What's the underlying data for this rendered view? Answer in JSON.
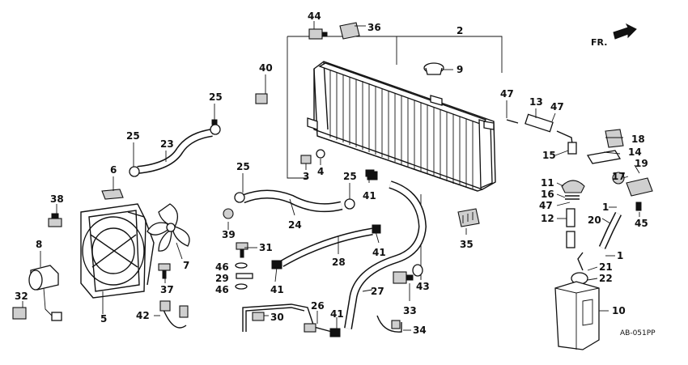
{
  "diagram": {
    "direction_label": "FR.",
    "diagram_code": "AB-051PP",
    "callouts": {
      "p1a": "1",
      "p1b": "1",
      "p2": "2",
      "p3": "3",
      "p4": "4",
      "p5": "5",
      "p6": "6",
      "p7": "7",
      "p8": "8",
      "p9": "9",
      "p10": "10",
      "p11": "11",
      "p12": "12",
      "p13": "13",
      "p14": "14",
      "p15": "15",
      "p16": "16",
      "p17": "17",
      "p18": "18",
      "p19": "19",
      "p20": "20",
      "p21": "21",
      "p22": "22",
      "p23": "23",
      "p24": "24",
      "p25a": "25",
      "p25b": "25",
      "p25c": "25",
      "p25d": "25",
      "p26": "26",
      "p27": "27",
      "p28": "28",
      "p29": "29",
      "p30": "30",
      "p31": "31",
      "p32": "32",
      "p33": "33",
      "p34": "34",
      "p35": "35",
      "p36": "36",
      "p37": "37",
      "p38": "38",
      "p39": "39",
      "p40": "40",
      "p41a": "41",
      "p41b": "41",
      "p41c": "41",
      "p41d": "41",
      "p42": "42",
      "p43": "43",
      "p44": "44",
      "p45": "45",
      "p46a": "46",
      "p46b": "46",
      "p47a": "47",
      "p47b": "47",
      "p47c": "47"
    }
  }
}
